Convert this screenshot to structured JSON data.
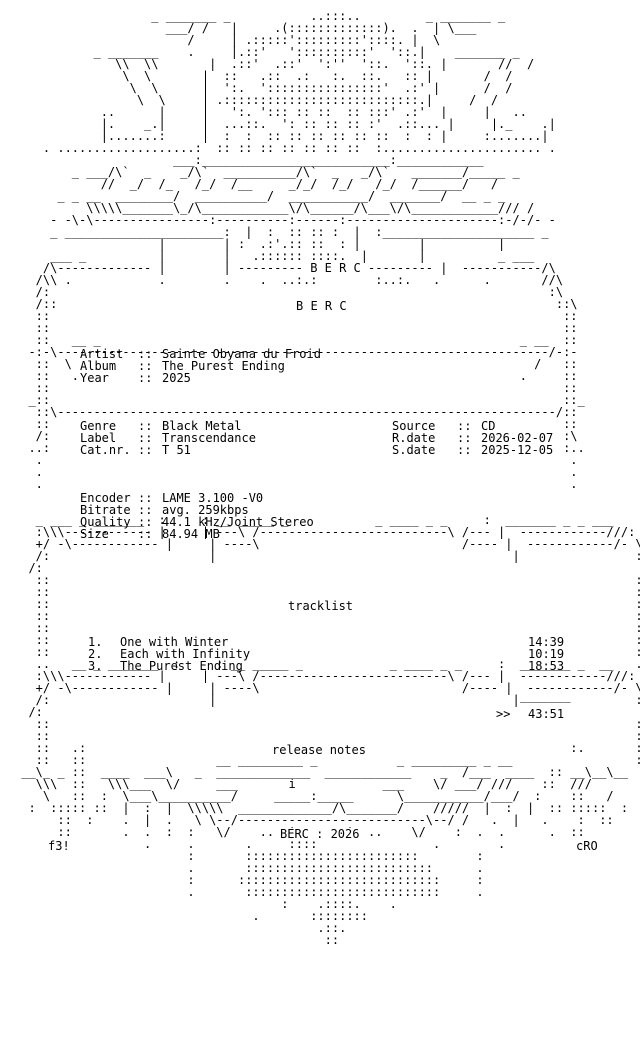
{
  "header": {
    "brand": "B E R C"
  },
  "release": {
    "artist_label": "Artist",
    "artist": "Sainte Obyana du Froid",
    "album_label": "Album",
    "album": "The Purest Ending",
    "year_label": "Year",
    "year": "2025"
  },
  "details": {
    "genre_label": "Genre",
    "genre": "Black Metal",
    "label_label": "Label",
    "label": "Transcendance",
    "catnr_label": "Cat.nr.",
    "catnr": "T 51",
    "source_label": "Source",
    "source": "CD",
    "rdate_label": "R.date",
    "rdate": "2026-02-07",
    "sdate_label": "S.date",
    "sdate": "2025-12-05"
  },
  "encoding": {
    "encoder_label": "Encoder",
    "encoder": "LAME 3.100 -V0",
    "bitrate_label": "Bitrate",
    "bitrate": "avg. 259kbps",
    "quality_label": "Quality",
    "quality": "44.1 kHz/Joint Stereo",
    "size_label": "Size",
    "size": "84.94 MB"
  },
  "tracklist": {
    "heading": "tracklist",
    "tracks": [
      {
        "num": "1.",
        "title": "One with Winter",
        "time": "14:39"
      },
      {
        "num": "2.",
        "title": "Each with Infinity",
        "time": "10:19"
      },
      {
        "num": "3.",
        "title": "The Purest Ending",
        "time": "18:53"
      }
    ],
    "total_marker": ">>",
    "total": "43:51"
  },
  "notes": {
    "heading": "release notes"
  },
  "footer": {
    "brand_year": "BERC : 2026",
    "tag_left": "f3!",
    "tag_right": "cRO"
  },
  "separator": "::"
}
